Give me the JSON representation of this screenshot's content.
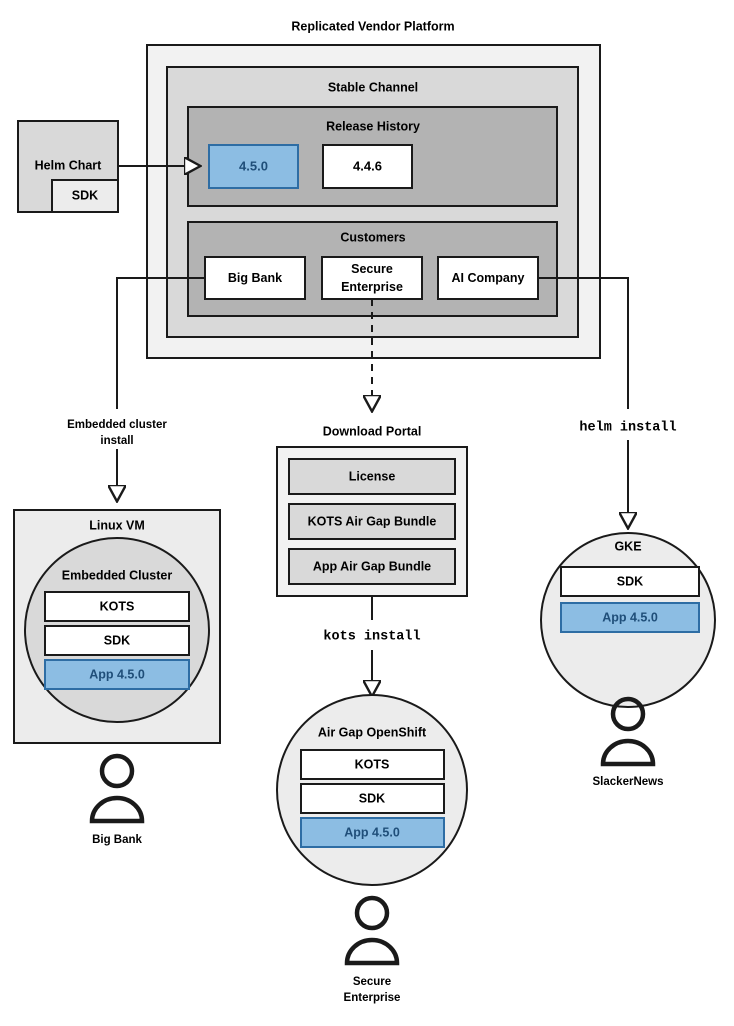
{
  "diagram": {
    "title": "Replicated Vendor Platform",
    "accent_blue_fill": "#8cbde3",
    "accent_blue_border": "#2e6da4",
    "accent_blue_text": "#1f4e79"
  },
  "source": {
    "helm_chart_label": "Helm Chart",
    "sdk_label": "SDK"
  },
  "platform": {
    "stable_channel_label": "Stable Channel",
    "release_history": {
      "label": "Release History",
      "releases": [
        {
          "version": "4.5.0",
          "highlighted": true
        },
        {
          "version": "4.4.6",
          "highlighted": false
        }
      ]
    },
    "customers": {
      "label": "Customers",
      "items": [
        {
          "name": "Big Bank"
        },
        {
          "name": "Secure\nEnterprise",
          "line1": "Secure",
          "line2": "Enterprise"
        },
        {
          "name": "AI Company"
        }
      ]
    }
  },
  "flows": {
    "embedded_cluster_install": {
      "line1": "Embedded cluster",
      "line2": "install"
    },
    "kots_install": "kots install",
    "helm_install": "helm install"
  },
  "download_portal": {
    "label": "Download Portal",
    "artifacts": [
      "License",
      "KOTS Air Gap Bundle",
      "App Air Gap Bundle"
    ]
  },
  "targets": [
    {
      "id": "linux-vm",
      "label": "Linux VM",
      "inner_label": "Embedded Cluster",
      "components": [
        {
          "label": "KOTS",
          "highlighted": false
        },
        {
          "label": "SDK",
          "highlighted": false
        },
        {
          "label": "App 4.5.0",
          "highlighted": true
        }
      ],
      "customer": {
        "line1": "Big Bank",
        "line2": ""
      }
    },
    {
      "id": "air-gap-openshift",
      "label": "Air Gap OpenShift",
      "components": [
        {
          "label": "KOTS",
          "highlighted": false
        },
        {
          "label": "SDK",
          "highlighted": false
        },
        {
          "label": "App 4.5.0",
          "highlighted": true
        }
      ],
      "customer": {
        "line1": "Secure",
        "line2": "Enterprise"
      }
    },
    {
      "id": "gke",
      "label": "GKE",
      "components": [
        {
          "label": "SDK",
          "highlighted": false
        },
        {
          "label": "App 4.5.0",
          "highlighted": true
        }
      ],
      "customer": {
        "line1": "SlackerNews",
        "line2": ""
      }
    }
  ]
}
